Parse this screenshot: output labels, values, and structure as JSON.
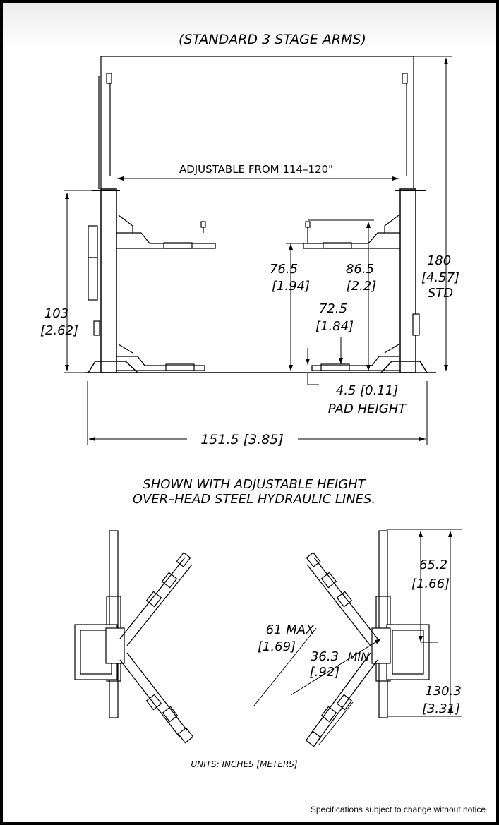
{
  "title": "(STANDARD 3 STAGE ARMS)",
  "front": {
    "adjustable": "ADJUSTABLE FROM 114–120\"",
    "h103": "103",
    "h103m": "[2.62]",
    "h765": "76.5",
    "h765m": "[1.94]",
    "h865": "86.5",
    "h865m": "[2.2]",
    "h725": "72.5",
    "h725m": "[1.84]",
    "h180": "180",
    "h180m": "[4.57]",
    "std": "STD",
    "pad": "4.5 [0.11]",
    "padlabel": "PAD HEIGHT",
    "width": "151.5 [3.85]"
  },
  "note1": "SHOWN WITH ADJUSTABLE HEIGHT",
  "note2": "OVER–HEAD STEEL HYDRAULIC LINES.",
  "top": {
    "d652": "65.2",
    "d652m": "[1.66]",
    "d61": "61 MAX",
    "d61m": "[1.69]",
    "d363": "36.3",
    "min": "MIN",
    "d363m": "[.92]",
    "d1303": "130.3",
    "d1303m": "[3.31]"
  },
  "units": "UNITS: INCHES [METERS]",
  "footer": "Specifications subject to change without notice"
}
